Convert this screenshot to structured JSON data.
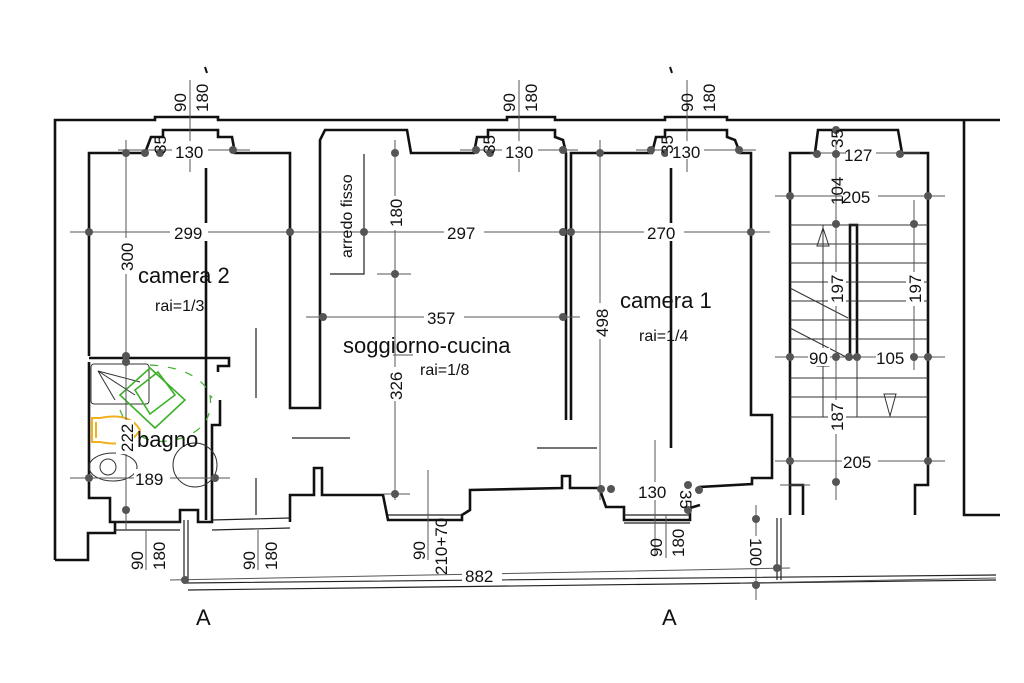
{
  "plan": {
    "rooms": [
      {
        "id": "camera-2",
        "name": "camera 2",
        "rai": "rai=1/3"
      },
      {
        "id": "soggiorno-cucina",
        "name": "soggiorno-cucina",
        "rai": "rai=1/8"
      },
      {
        "id": "camera-1",
        "name": "camera 1",
        "rai": "rai=1/4"
      },
      {
        "id": "bagno",
        "name": "bagno",
        "rai": ""
      }
    ],
    "labels": {
      "arredo_fisso": "arredo fisso"
    },
    "dimensions": {
      "cam2_win_w": "90",
      "cam2_win_h": "180",
      "cam2_sill": "35",
      "cam2_opening": "130",
      "cam2_width": "299",
      "cam2_depth": "300",
      "sogg_win_w": "90",
      "sogg_win_h": "180",
      "sogg_sill": "35",
      "sogg_opening": "130",
      "sogg_width_top": "297",
      "arredo_depth": "180",
      "sogg_width": "357",
      "sogg_depth": "326",
      "cam1_win_w": "90",
      "cam1_win_h": "180",
      "cam1_sill": "35",
      "cam1_opening": "130",
      "cam1_width": "270",
      "cam1_depth": "498",
      "cam1_bottom_opening": "130",
      "cam1_bottom_sill": "35",
      "stair_sill": "35",
      "stair_opening": "127",
      "stair_landing": "104",
      "stair_width_top": "205",
      "stair_flight_left": "197",
      "stair_flight_right": "197",
      "stair_flight_left_w": "90",
      "stair_flight_right_w": "105",
      "stair_lower": "187",
      "stair_width_bottom": "205",
      "bagno_depth": "222",
      "bagno_width": "189",
      "bottom_win1_w": "90",
      "bottom_win1_h": "180",
      "bottom_win2_w": "90",
      "bottom_win2_h": "180",
      "door_w": "90",
      "door_h": "210+70",
      "bottom_win3_w": "90",
      "bottom_win3_h": "180",
      "balcony_depth": "100",
      "total_length": "882"
    },
    "section_marks": [
      "A",
      "A"
    ],
    "colors": {
      "walls": "#111111",
      "dimensions": "#555555",
      "furniture_green": "#3cb029",
      "bidet_yellow": "#f0b020"
    }
  }
}
